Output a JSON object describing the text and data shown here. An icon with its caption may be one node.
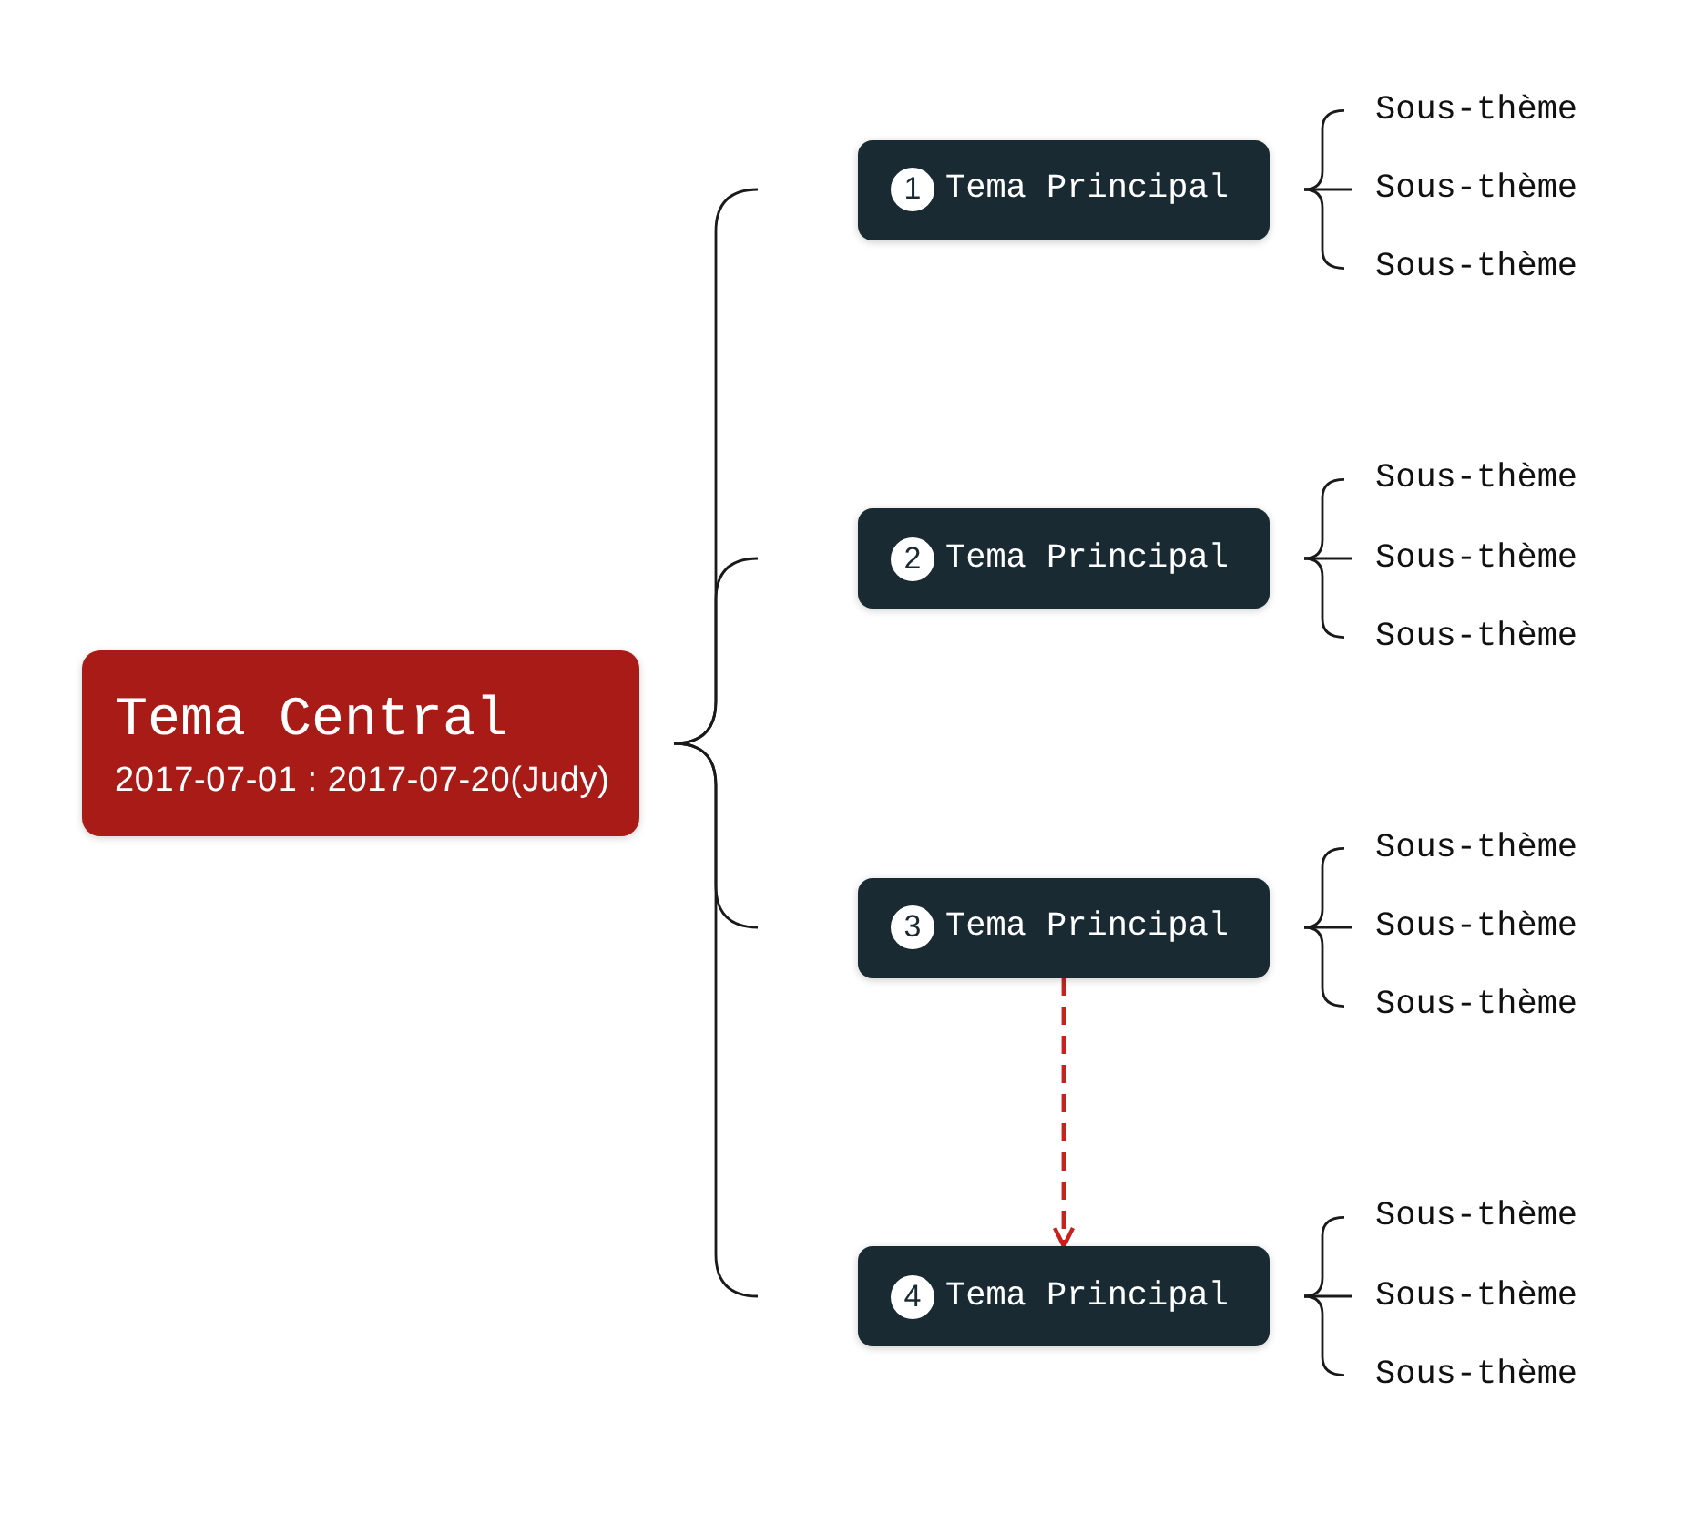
{
  "diagram": {
    "nodes": [
      {
        "text": [
          "Tema Central",
          "2017-07-01 : 2017-07-20(Judy)"
        ]
      },
      {
        "text": [
          "1",
          "Tema Principal"
        ]
      },
      {
        "text": [
          "Sous-thème"
        ]
      },
      {
        "text": [
          "Sous-thème"
        ]
      },
      {
        "text": [
          "Sous-thème"
        ]
      },
      {
        "text": [
          "2",
          "Tema Principal"
        ]
      },
      {
        "text": [
          "Sous-thème"
        ]
      },
      {
        "text": [
          "Sous-thème"
        ]
      },
      {
        "text": [
          "Sous-thème"
        ]
      },
      {
        "text": [
          "3",
          "Tema Principal"
        ]
      },
      {
        "text": [
          "Sous-thème"
        ]
      },
      {
        "text": [
          "Sous-thème"
        ]
      },
      {
        "text": [
          "Sous-thème"
        ]
      },
      {
        "text": [
          "4",
          "Tema Principal"
        ]
      },
      {
        "text": [
          "Sous-thème"
        ]
      },
      {
        "text": [
          "Sous-thème"
        ]
      },
      {
        "text": [
          "Sous-thème"
        ]
      }
    ],
    "edges": [
      {
        "from": 0,
        "to": 1,
        "arrow": "none"
      },
      {
        "from": 0,
        "to": 5,
        "arrow": "none"
      },
      {
        "from": 0,
        "to": 9,
        "arrow": "none"
      },
      {
        "from": 0,
        "to": 13,
        "arrow": "none"
      },
      {
        "from": 1,
        "to": 2,
        "arrow": "none"
      },
      {
        "from": 1,
        "to": 3,
        "arrow": "none"
      },
      {
        "from": 1,
        "to": 4,
        "arrow": "none"
      },
      {
        "from": 5,
        "to": 6,
        "arrow": "none"
      },
      {
        "from": 5,
        "to": 7,
        "arrow": "none"
      },
      {
        "from": 5,
        "to": 8,
        "arrow": "none"
      },
      {
        "from": 9,
        "to": 10,
        "arrow": "none"
      },
      {
        "from": 9,
        "to": 11,
        "arrow": "none"
      },
      {
        "from": 9,
        "to": 12,
        "arrow": "none"
      },
      {
        "from": 13,
        "to": 14,
        "arrow": "none"
      },
      {
        "from": 13,
        "to": 15,
        "arrow": "none"
      },
      {
        "from": 13,
        "to": 16,
        "arrow": "none"
      },
      {
        "from": 9,
        "to": 13,
        "arrow": "to",
        "style": "dashed",
        "color": "#c8211e"
      }
    ]
  }
}
